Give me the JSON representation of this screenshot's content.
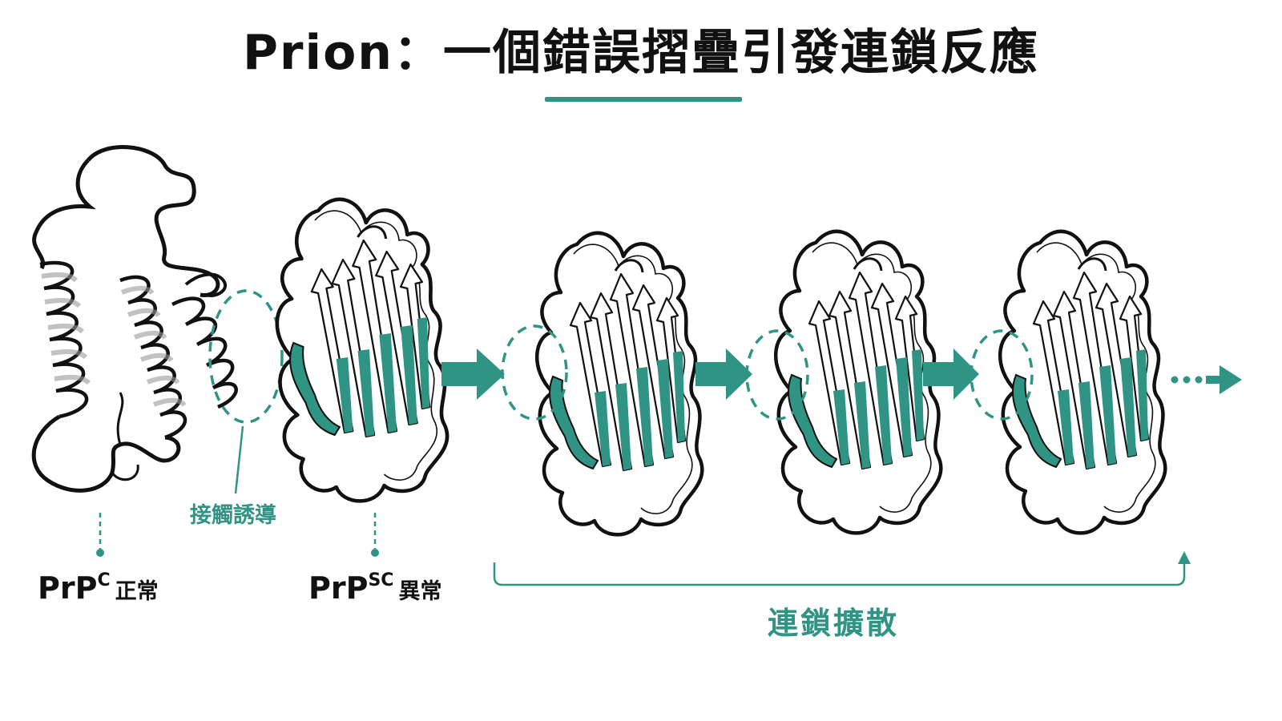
{
  "title": "Prion：一個錯誤摺疊引發連鎖反應",
  "labels": {
    "normal": {
      "main": "PrP",
      "sup": "C",
      "suffix": "正常"
    },
    "abnormal": {
      "main": "PrP",
      "sup": "SC",
      "suffix": "異常"
    },
    "contact": "接觸誘導",
    "spread": "連鎖擴散"
  },
  "colors": {
    "accent": "#2f9484",
    "outline": "#111111",
    "background": "#ffffff"
  }
}
